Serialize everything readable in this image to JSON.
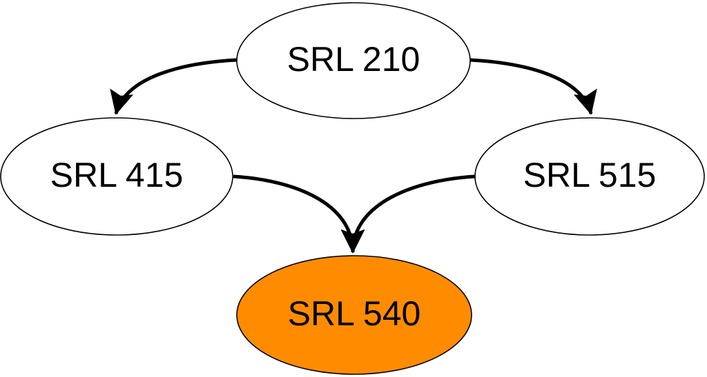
{
  "page": {
    "background": "#ffffff"
  },
  "diagram": {
    "type": "flowchart",
    "nodes": [
      {
        "id": "srl-210",
        "label": "SRL 210",
        "fill": "#ffffff"
      },
      {
        "id": "srl-415",
        "label": "SRL 415",
        "fill": "#ffffff"
      },
      {
        "id": "srl-515",
        "label": "SRL 515",
        "fill": "#ffffff"
      },
      {
        "id": "srl-540",
        "label": "SRL 540",
        "fill": "#ff8c00"
      }
    ],
    "edges": [
      {
        "from": "SRL 210",
        "to": "SRL 415"
      },
      {
        "from": "SRL 210",
        "to": "SRL 515"
      },
      {
        "from": "SRL 415",
        "to": "SRL 540"
      },
      {
        "from": "SRL 515",
        "to": "SRL 540"
      }
    ],
    "style": {
      "node_stroke": "#000000",
      "edge_color": "#000000",
      "text_color": "#000000",
      "highlight_fill": "#ff8c00"
    }
  }
}
